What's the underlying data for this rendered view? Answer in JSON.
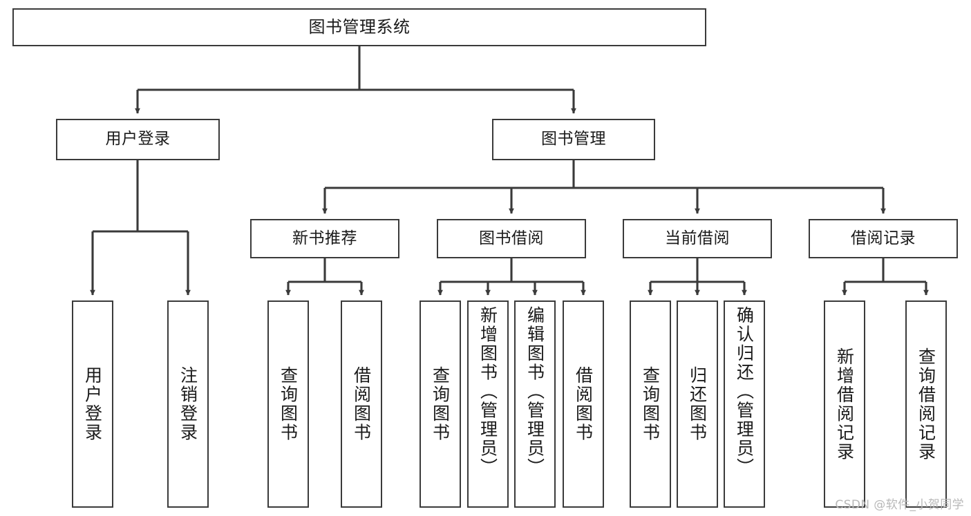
{
  "diagram": {
    "title": "图书管理系统",
    "type": "tree-hierarchy-diagram",
    "watermark": "CSDN @软件_小贺同学",
    "colors": {
      "box_border": "#3a3a3a",
      "box_fill": "#ffffff",
      "edge": "#3a3a3a",
      "text": "#1a1a1a",
      "watermark": "#b8b8b8",
      "background": "#ffffff"
    }
  },
  "nodes": {
    "root": {
      "label": "图书管理系统"
    },
    "level2": [
      {
        "id": "user-login",
        "label": "用户登录"
      },
      {
        "id": "book-management",
        "label": "图书管理"
      }
    ],
    "level3": [
      {
        "id": "new-book-recommend",
        "label": "新书推荐"
      },
      {
        "id": "book-borrow",
        "label": "图书借阅"
      },
      {
        "id": "current-borrow",
        "label": "当前借阅"
      },
      {
        "id": "borrow-record",
        "label": "借阅记录"
      }
    ],
    "leaves": {
      "user-login": [
        {
          "id": "leaf-user-login",
          "label": "用户登录"
        },
        {
          "id": "leaf-logout-login",
          "label": "注销登录"
        }
      ],
      "new-book-recommend": [
        {
          "id": "leaf-query-book-1",
          "label": "查询图书"
        },
        {
          "id": "leaf-borrow-book-1",
          "label": "借阅图书"
        }
      ],
      "book-borrow": [
        {
          "id": "leaf-query-book-2",
          "label": "查询图书"
        },
        {
          "id": "leaf-add-book-admin",
          "label": "新增图书（管理员）"
        },
        {
          "id": "leaf-edit-book-admin",
          "label": "编辑图书（管理员）"
        },
        {
          "id": "leaf-borrow-book-2",
          "label": "借阅图书"
        }
      ],
      "current-borrow": [
        {
          "id": "leaf-query-book-3",
          "label": "查询图书"
        },
        {
          "id": "leaf-return-book",
          "label": "归还图书"
        },
        {
          "id": "leaf-confirm-return-admin",
          "label": "确认归还（管理员）"
        }
      ],
      "borrow-record": [
        {
          "id": "leaf-add-borrow-record",
          "label": "新增借阅记录"
        },
        {
          "id": "leaf-query-borrow-record",
          "label": "查询借阅记录"
        }
      ]
    }
  }
}
